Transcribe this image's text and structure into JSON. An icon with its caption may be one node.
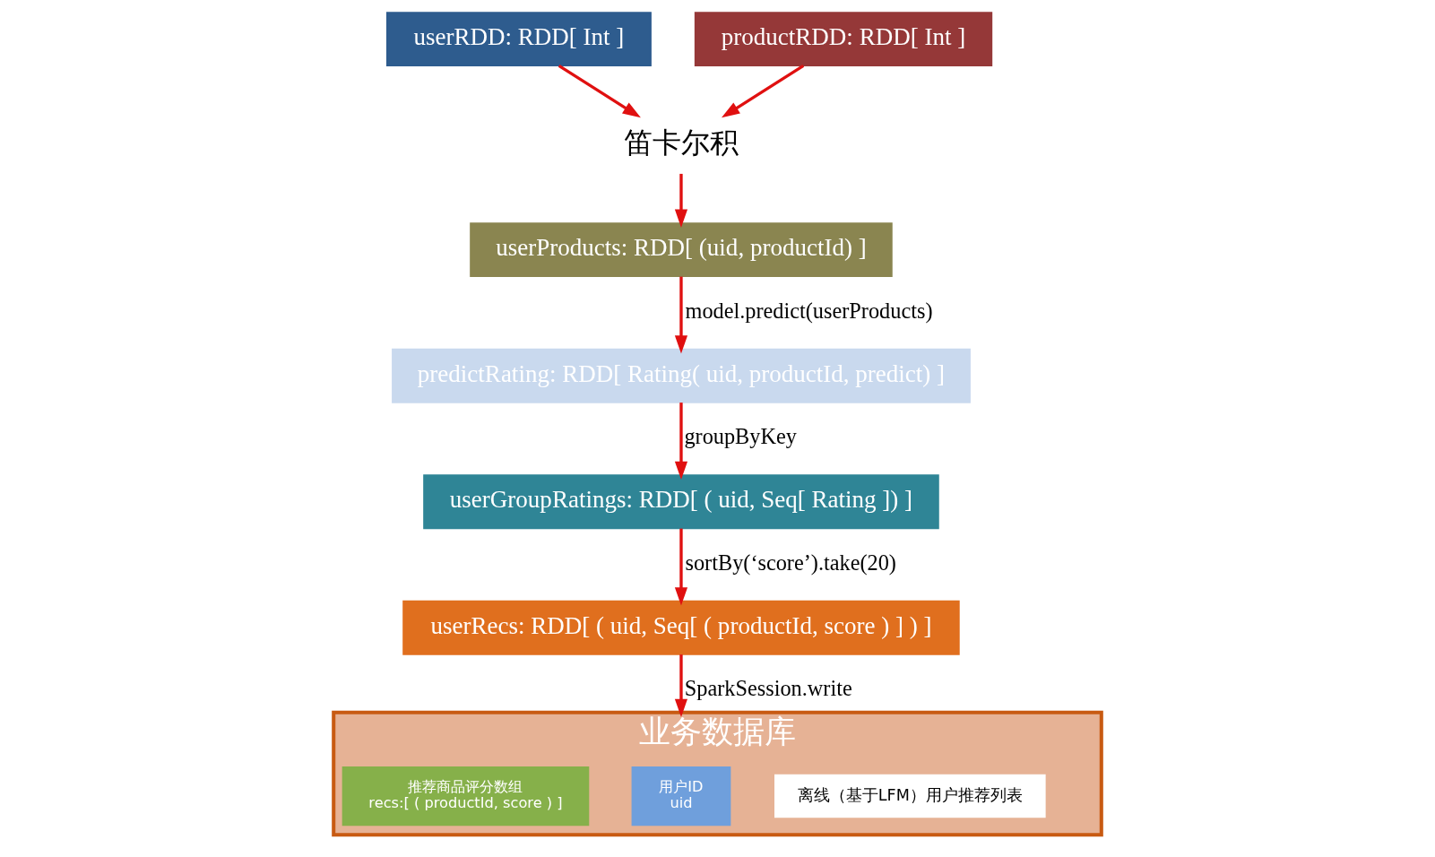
{
  "diagram": {
    "nodes": [
      {
        "text": [
          "userRDD: RDD[ Int ]"
        ]
      },
      {
        "text": [
          "productRDD: RDD[ Int ]"
        ]
      },
      {
        "text": [
          "笛卡尔积"
        ]
      },
      {
        "text": [
          "userProducts: RDD[ (uid, productId) ]"
        ]
      },
      {
        "text": [
          "predictRating: RDD[ Rating( uid, productId, predict) ]"
        ]
      },
      {
        "text": [
          "userGroupRatings: RDD[ ( uid, Seq[ Rating ]) ]"
        ]
      },
      {
        "text": [
          "userRecs: RDD[ ( uid, Seq[ ( productId, score ) ] ) ]"
        ]
      },
      {
        "text": [
          "业务数据库"
        ]
      },
      {
        "text": [
          "用户ID",
          "uid"
        ],
        "in": 7
      },
      {
        "text": [
          "推荐商品评分数组",
          "recs:[ ( productId, score ) ]"
        ],
        "in": 7
      }
    ],
    "edges": [
      {
        "from": 0,
        "to": 2,
        "arrow": "to"
      },
      {
        "from": 1,
        "to": 2,
        "arrow": "to"
      },
      {
        "from": 2,
        "to": 3,
        "arrow": "to"
      },
      {
        "from": 3,
        "to": 4,
        "arrow": "to",
        "label": "model.predict(userProducts)"
      },
      {
        "from": 4,
        "to": 5,
        "arrow": "to",
        "label": "groupByKey"
      },
      {
        "from": 5,
        "to": 6,
        "arrow": "to",
        "label": "sortBy(‘score’).take(20)"
      },
      {
        "from": 6,
        "to": 7,
        "arrow": "to",
        "label": "SparkSession.write"
      }
    ],
    "labels": [
      "离线（基于LFM）用户推荐列表"
    ]
  }
}
